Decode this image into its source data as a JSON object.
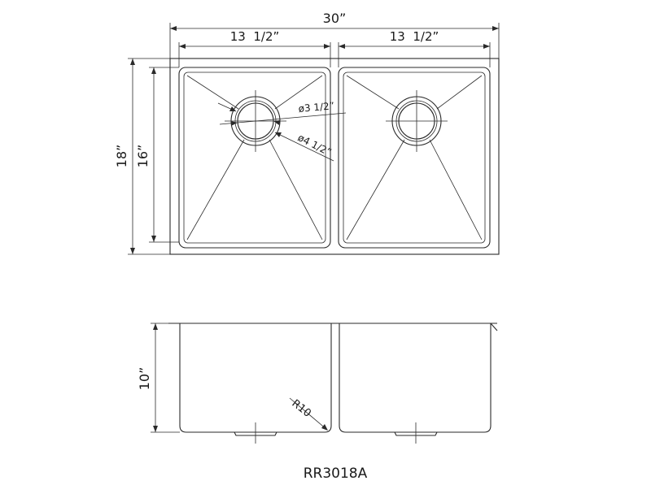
{
  "dimensions": {
    "overall_width": "30”",
    "bowl_width_left": "13  1/2”",
    "bowl_width_right": "13  1/2”",
    "overall_depth": "18”",
    "bowl_depth": "16”",
    "bowl_height": "10”",
    "drain_inner_diameter": "ø3 1/2”",
    "drain_outer_diameter": "ø4 1/2”",
    "corner_radius": "R10"
  },
  "model_number": "RR3018A"
}
